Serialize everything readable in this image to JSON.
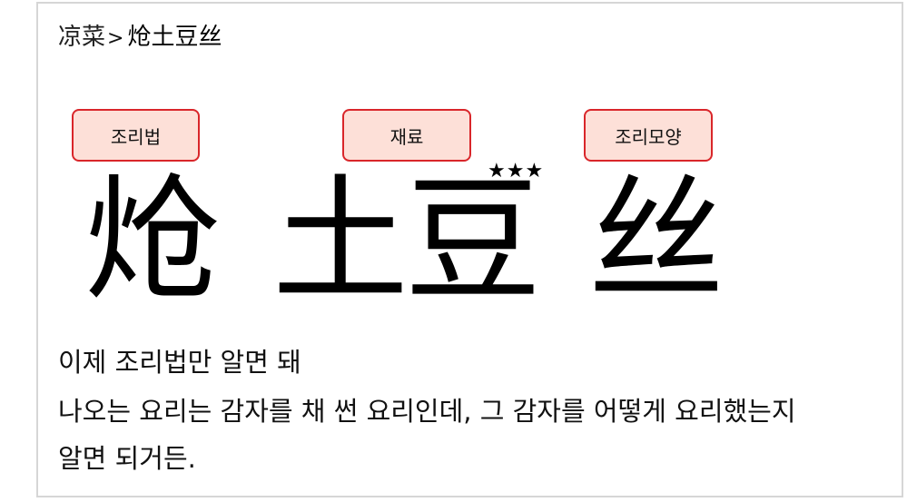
{
  "breadcrumb": {
    "category": "凉菜",
    "separator": ">",
    "dish": "炝土豆丝"
  },
  "tags": {
    "method": "조리법",
    "ingredient": "재료",
    "shape": "조리모양"
  },
  "stars": "★★★",
  "characters": [
    "炝",
    "土",
    "豆",
    "丝"
  ],
  "body_text": {
    "line1": "이제 조리법만 알면 돼",
    "line2": "나오는 요리는 감자를 채 썬 요리인데, 그 감자를 어떻게 요리했는지",
    "line3": "알면 되거든."
  }
}
